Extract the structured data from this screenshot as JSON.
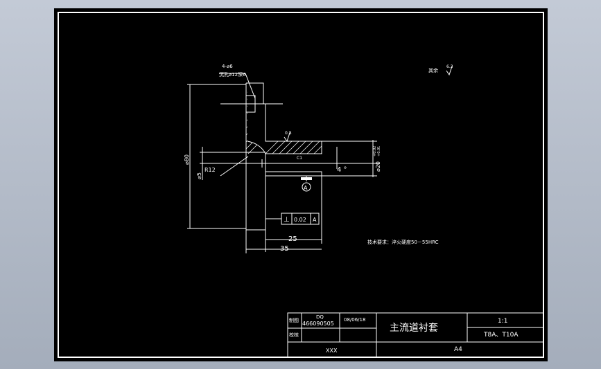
{
  "drawing": {
    "annotations": {
      "hole_spec_line1": "4-⌀6",
      "hole_spec_line2": "沉孔⌀12深6",
      "surface_finish_other": "其余",
      "surface_finish_other_value": "6.3",
      "surface_finish_bore": "0.8",
      "diameter_80": "⌀80",
      "diameter_5": "⌀5",
      "radius": "R12",
      "diameter_20": "⌀20",
      "tol_upper": "+0.02",
      "tol_lower": "+0.01",
      "taper_angle": "4 °",
      "chamfer": "C1",
      "datum": "A",
      "gdt_symbol": "⊥",
      "gdt_value": "0.02",
      "gdt_datum": "A",
      "dim_25": "25",
      "dim_35": "35",
      "technical_requirement": "技术要求：淬火硬度50－55HRC"
    },
    "title_block": {
      "drawn_label": "制图",
      "checked_label": "校核",
      "drawer_name": "DQ",
      "drawing_number": "466090505",
      "date": "08/06/18",
      "part_name": "主流道衬套",
      "scale": "1:1",
      "material": "T8A、T10A",
      "company": "XXX",
      "paper_size": "A4"
    }
  }
}
